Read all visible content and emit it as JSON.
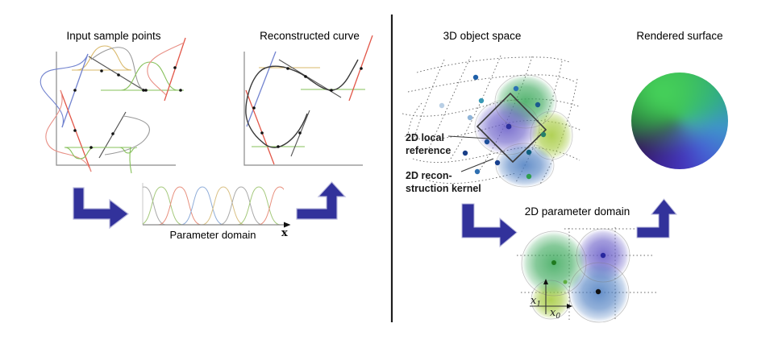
{
  "left_panel": {
    "input_plot_title": "Input sample points",
    "reconstructed_plot_title": "Reconstructed curve",
    "parameter_plot_title": "Parameter domain",
    "parameter_axis_label": "x"
  },
  "right_panel": {
    "object_space_title": "3D object space",
    "rendered_surface_title": "Rendered surface",
    "parameter_domain_title": "2D parameter domain",
    "local_reference_label_line1": "2D local",
    "local_reference_label_line2": "reference",
    "kernel_label_line1": "2D recon-",
    "kernel_label_line2": "struction kernel",
    "axis_x0_base": "x",
    "axis_x0_sub": "0",
    "axis_x1_base": "x",
    "axis_x1_sub": "1"
  },
  "colors": {
    "arrow_blue": "#32329b",
    "tangent_blue": "#7283cf",
    "tangent_red": "#e25749",
    "tangent_green": "#86c05a",
    "tangent_tan": "#d9b86a",
    "tangent_gray": "#555555",
    "kernel_gray": "#9a9a9a",
    "curve_black": "#3a3a3a",
    "splat_green": "#3aa85a",
    "splat_purple": "#7468c8",
    "splat_blue": "#4a7cc0",
    "splat_yellow_green": "#a8cc44",
    "sphere_green": "#35b04c",
    "sphere_blue": "#4653d0",
    "sphere_purple": "#331458"
  }
}
